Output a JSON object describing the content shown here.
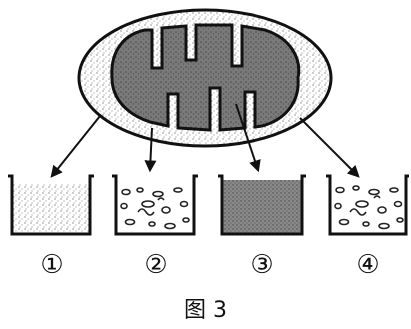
{
  "figure": {
    "caption": "图 3",
    "beaker_labels": [
      "①",
      "②",
      "③",
      "④"
    ]
  }
}
